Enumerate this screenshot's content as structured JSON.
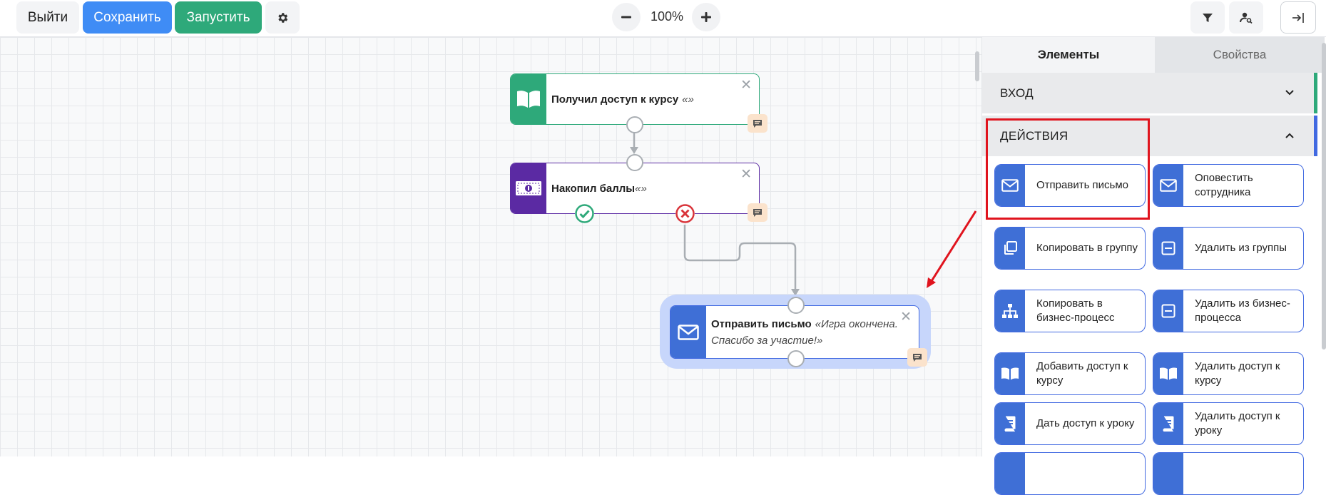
{
  "toolbar": {
    "exit_label": "Выйти",
    "save_label": "Сохранить",
    "run_label": "Запустить",
    "zoom_level": "100%"
  },
  "nodes": [
    {
      "title": "Получил доступ к курсу",
      "detail": "«»",
      "icon": "book-icon",
      "color": "#2ea97a"
    },
    {
      "title": "Накопил баллы",
      "detail": "«»",
      "icon": "money-icon",
      "color": "#5b2aa3"
    },
    {
      "title": "Отправить письмо",
      "detail": "«Игра окончена. Спасибо за участие!»",
      "icon": "envelope-icon",
      "color": "#3f6fd6"
    }
  ],
  "panel": {
    "tabs": [
      {
        "label": "Элементы",
        "active": true
      },
      {
        "label": "Свойства",
        "active": false
      }
    ],
    "sections": [
      {
        "label": "ВХОД",
        "expanded": false,
        "accent": "#2ea97a"
      },
      {
        "label": "ДЕЙСТВИЯ",
        "expanded": true,
        "accent": "#4169e1"
      }
    ],
    "actions": [
      {
        "label": "Отправить письмо",
        "icon": "envelope-icon"
      },
      {
        "label": "Оповестить сотрудника",
        "icon": "envelope-icon"
      },
      {
        "label": "Копировать в группу",
        "icon": "copy-icon"
      },
      {
        "label": "Удалить из группы",
        "icon": "minus-square-icon"
      },
      {
        "label": "Копировать в бизнес-процесс",
        "icon": "hierarchy-icon"
      },
      {
        "label": "Удалить из бизнес-процесса",
        "icon": "minus-square-icon"
      },
      {
        "label": "Добавить доступ к курсу",
        "icon": "book-icon"
      },
      {
        "label": "Удалить доступ к курсу",
        "icon": "book-icon"
      },
      {
        "label": "Дать доступ к уроку",
        "icon": "lesson-icon"
      },
      {
        "label": "Удалить доступ к уроку",
        "icon": "lesson-icon"
      }
    ]
  },
  "colors": {
    "primary": "#3f8cf5",
    "success": "#2ea97a",
    "purple": "#5b2aa3",
    "action_blue": "#3f6fd6",
    "highlight": "#e0141e"
  }
}
